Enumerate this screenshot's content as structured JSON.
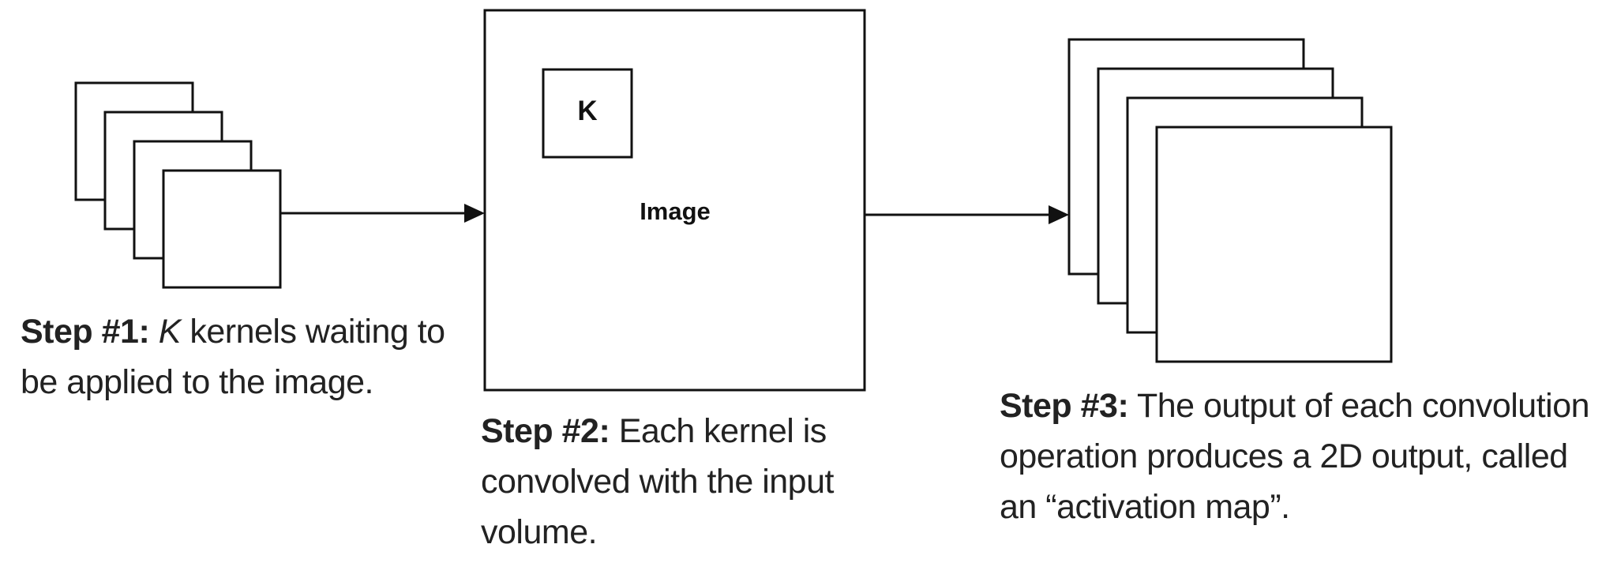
{
  "step1": {
    "lead": "Step #1:",
    "var": "K",
    "line1_rest": " kernels waiting to",
    "line2": "be applied to the image."
  },
  "step2": {
    "lead": "Step #2:",
    "line1_rest": " Each kernel is",
    "line2": "convolved with the input",
    "line3": "volume."
  },
  "step3": {
    "lead": "Step #3:",
    "line1_rest": " The output of each convolution",
    "line2": "operation produces a 2D output, called",
    "line3": "an “activation map”."
  },
  "image_box": {
    "label": "Image",
    "kernel_label": "K"
  }
}
